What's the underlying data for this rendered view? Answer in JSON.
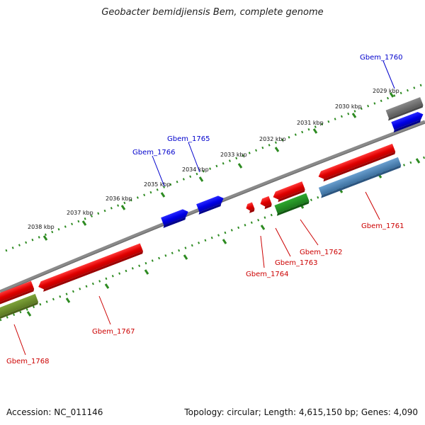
{
  "title": "Geobacter bemidjiensis Bem, complete genome",
  "footer": {
    "accession": "Accession: NC_011146",
    "summary": "Topology: circular; Length: 4,615,150 bp; Genes: 4,090"
  },
  "kbp_ticks": [
    {
      "label": "2029 kbp"
    },
    {
      "label": "2030 kbp"
    },
    {
      "label": "2031 kbp"
    },
    {
      "label": "2032 kbp"
    },
    {
      "label": "2033 kbp"
    },
    {
      "label": "2034 kbp"
    },
    {
      "label": "2035 kbp"
    },
    {
      "label": "2036 kbp"
    },
    {
      "label": "2037 kbp"
    },
    {
      "label": "2038 kbp"
    }
  ],
  "genes": [
    {
      "name": "Gbem_1760",
      "strand": "forward",
      "color": "#0000ee"
    },
    {
      "name": "Gbem_1765",
      "strand": "forward",
      "color": "#0000ee"
    },
    {
      "name": "Gbem_1766",
      "strand": "forward",
      "color": "#0000ee"
    },
    {
      "name": "Gbem_1761",
      "strand": "reverse",
      "color": "#ee0000"
    },
    {
      "name": "Gbem_1762",
      "strand": "reverse",
      "color": "#ee0000"
    },
    {
      "name": "Gbem_1763",
      "strand": "reverse",
      "color": "#ee0000"
    },
    {
      "name": "Gbem_1764",
      "strand": "reverse",
      "color": "#ee0000"
    },
    {
      "name": "Gbem_1767",
      "strand": "reverse",
      "color": "#ee0000"
    },
    {
      "name": "Gbem_1768",
      "strand": "reverse",
      "color": "#ee0000"
    }
  ],
  "colors": {
    "forward_label": "#0000cc",
    "reverse_label": "#cc0000",
    "backbone": "#888888",
    "tick_marks": "#2e8b22",
    "cds_red": "#ee0000",
    "cds_blue": "#0000ee",
    "cds_green": "#228b22",
    "cds_olive": "#6b8e23",
    "cds_steelblue": "#4682b4",
    "cds_gray": "#707070"
  }
}
